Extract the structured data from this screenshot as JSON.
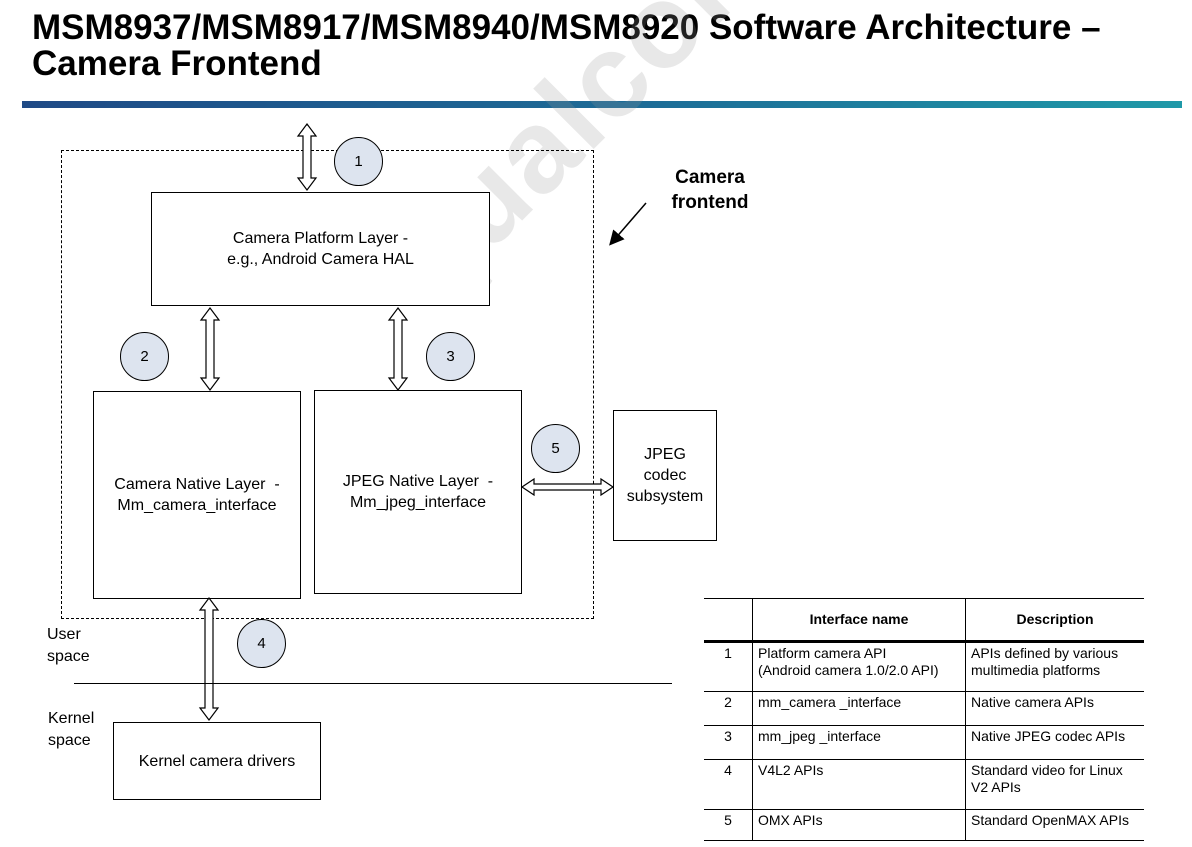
{
  "title": "MSM8937/MSM8917/MSM8940/MSM8920 Software Architecture – Camera Frontend",
  "watermark": "Qualcomm",
  "diagram": {
    "frontend_label": "Camera\nfrontend",
    "boxes": {
      "platform": "Camera Platform Layer -\ne.g., Android Camera HAL",
      "native_camera": "Camera Native Layer  -\nMm_camera_interface",
      "native_jpeg": "JPEG Native Layer  -\nMm_jpeg_interface",
      "jpeg_codec": "JPEG\ncodec\nsubsystem",
      "kernel_drivers": "Kernel camera drivers"
    },
    "badges": [
      "1",
      "2",
      "3",
      "4",
      "5"
    ],
    "user_space": "User\nspace",
    "kernel_space": "Kernel\nspace"
  },
  "table": {
    "headers": [
      "",
      "Interface name",
      "Description"
    ],
    "rows": [
      {
        "num": "1",
        "name": "Platform camera API\n(Android camera 1.0/2.0 API)",
        "desc": "APIs defined by various\nmultimedia platforms"
      },
      {
        "num": "2",
        "name": "mm_camera _interface",
        "desc": "Native camera APIs"
      },
      {
        "num": "3",
        "name": "mm_jpeg _interface",
        "desc": "Native JPEG codec APIs"
      },
      {
        "num": "4",
        "name": "V4L2 APIs",
        "desc": "Standard video for Linux\nV2 APIs"
      },
      {
        "num": "5",
        "name": "OMX APIs",
        "desc": "Standard OpenMAX APIs"
      }
    ]
  }
}
